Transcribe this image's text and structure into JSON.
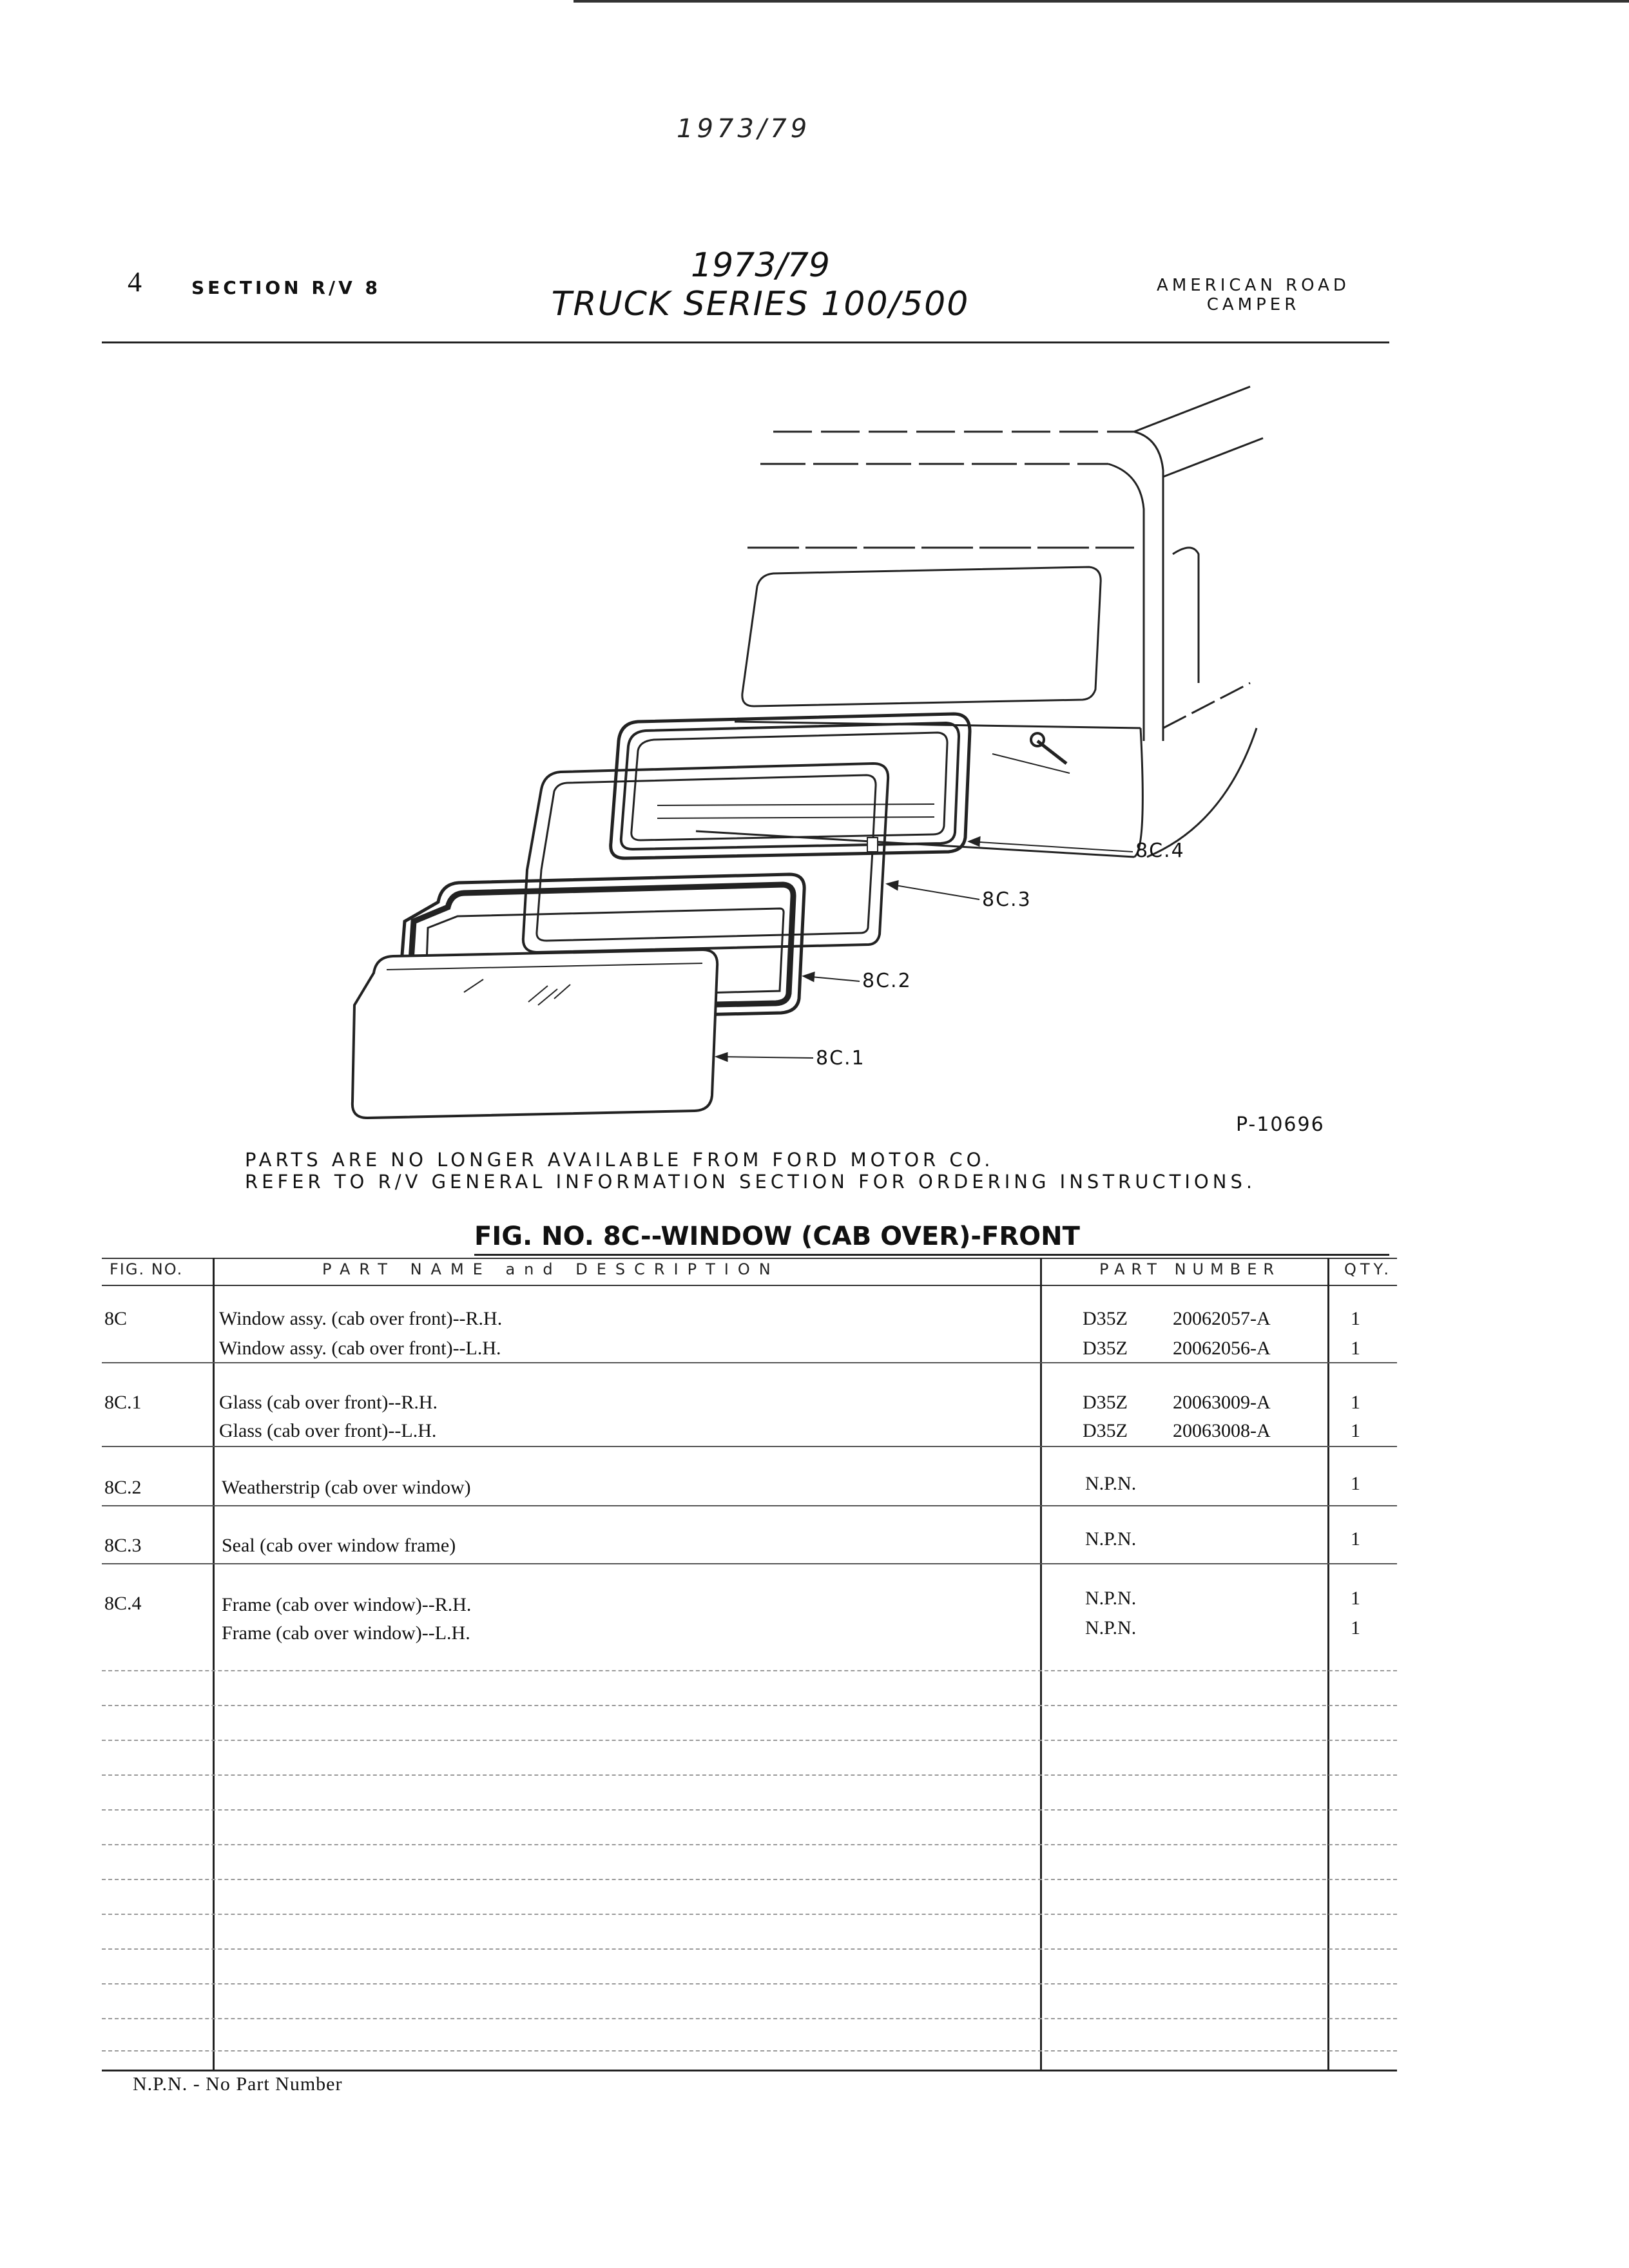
{
  "header": {
    "page_number": "4",
    "section": "SECTION R/V 8",
    "year": "1973/79",
    "series": "TRUCK SERIES 100/500",
    "camper_line1": "AMERICAN ROAD",
    "camper_line2": "CAMPER",
    "ghost_year": "1973/79"
  },
  "figure": {
    "callouts": [
      "8C.4",
      "8C.3",
      "8C.2",
      "8C.1"
    ],
    "drawing_number": "P-10696"
  },
  "notice": {
    "line1": "PARTS ARE NO LONGER AVAILABLE FROM FORD MOTOR CO.",
    "line2": "REFER TO R/V GENERAL INFORMATION SECTION FOR ORDERING INSTRUCTIONS."
  },
  "table": {
    "title": "FIG. NO. 8C--WINDOW (CAB OVER)-FRONT",
    "columns": {
      "fig_no": "FIG. NO.",
      "description": "PART NAME and DESCRIPTION",
      "part_number": "PART NUMBER",
      "qty": "QTY."
    },
    "rows": [
      {
        "fig": "8C",
        "items": [
          {
            "desc": "Window assy. (cab over front)--R.H.",
            "prefix": "D35Z",
            "number": "20062057-A",
            "qty": "1"
          },
          {
            "desc": "Window assy. (cab over front)--L.H.",
            "prefix": "D35Z",
            "number": "20062056-A",
            "qty": "1"
          }
        ]
      },
      {
        "fig": "8C.1",
        "items": [
          {
            "desc": "Glass (cab over front)--R.H.",
            "prefix": "D35Z",
            "number": "20063009-A",
            "qty": "1"
          },
          {
            "desc": "Glass (cab over front)--L.H.",
            "prefix": "D35Z",
            "number": "20063008-A",
            "qty": "1"
          }
        ]
      },
      {
        "fig": "8C.2",
        "items": [
          {
            "desc": "Weatherstrip (cab over window)",
            "prefix": "N.P.N.",
            "number": "",
            "qty": "1"
          }
        ]
      },
      {
        "fig": "8C.3",
        "items": [
          {
            "desc": "Seal (cab over window frame)",
            "prefix": "N.P.N.",
            "number": "",
            "qty": "1"
          }
        ]
      },
      {
        "fig": "8C.4",
        "items": [
          {
            "desc": "Frame (cab over window)--R.H.",
            "prefix": "N.P.N.",
            "number": "",
            "qty": "1"
          },
          {
            "desc": "Frame (cab over window)--L.H.",
            "prefix": "N.P.N.",
            "number": "",
            "qty": "1"
          }
        ]
      }
    ]
  },
  "footnote": "N.P.N. - No Part Number"
}
